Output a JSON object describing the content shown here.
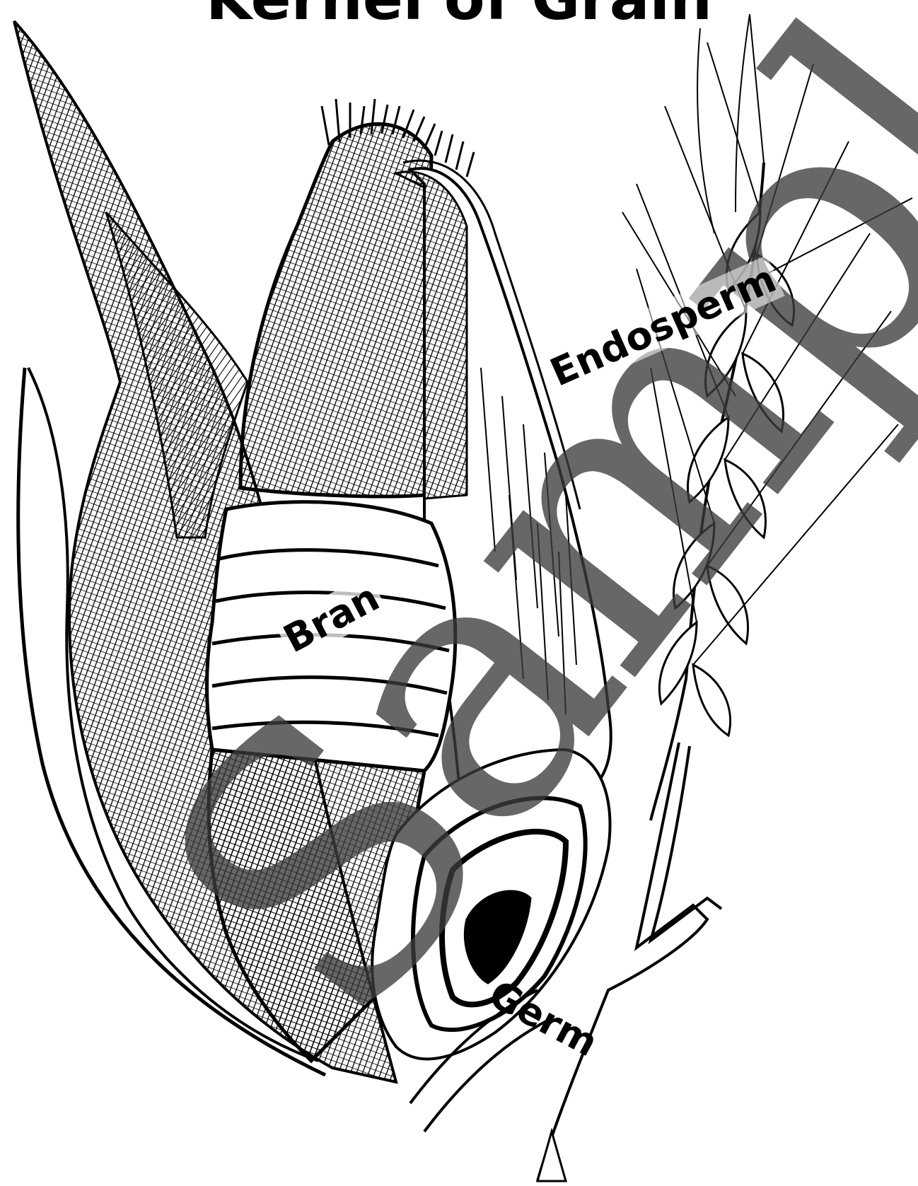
{
  "title": "Kernel of Grain",
  "labels": {
    "endosperm": "Endosperm",
    "bran": "Bran",
    "germ": "Germ"
  },
  "watermark": "Sample",
  "colors": {
    "ink": "#000000",
    "background": "#ffffff",
    "watermark": "#3c3c3c"
  }
}
